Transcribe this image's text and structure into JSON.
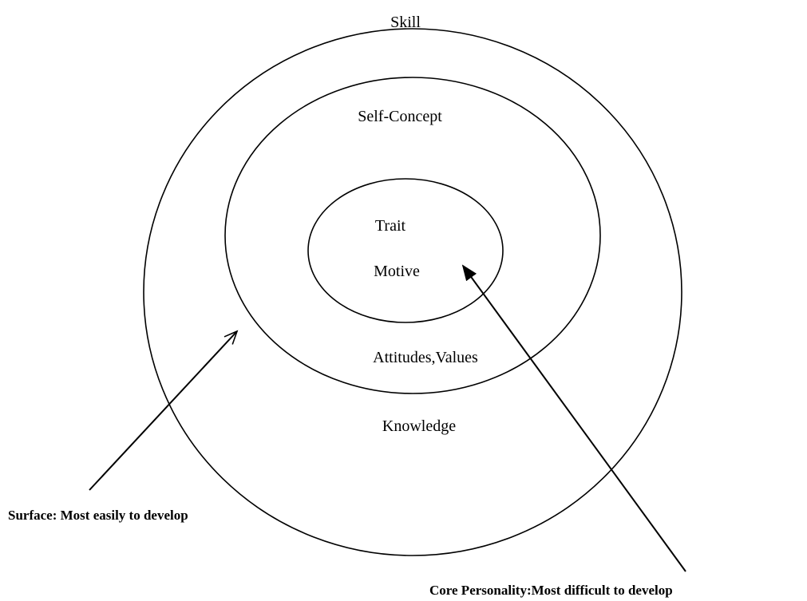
{
  "layers": {
    "outer": [
      "Skill",
      "Knowledge"
    ],
    "middle": [
      "Self-Concept",
      "Attitudes,Values"
    ],
    "inner": [
      "Trait",
      "Motive"
    ]
  },
  "callouts": {
    "surface": "Surface: Most easily to develop",
    "core": "Core Personality:Most difficult to develop"
  }
}
